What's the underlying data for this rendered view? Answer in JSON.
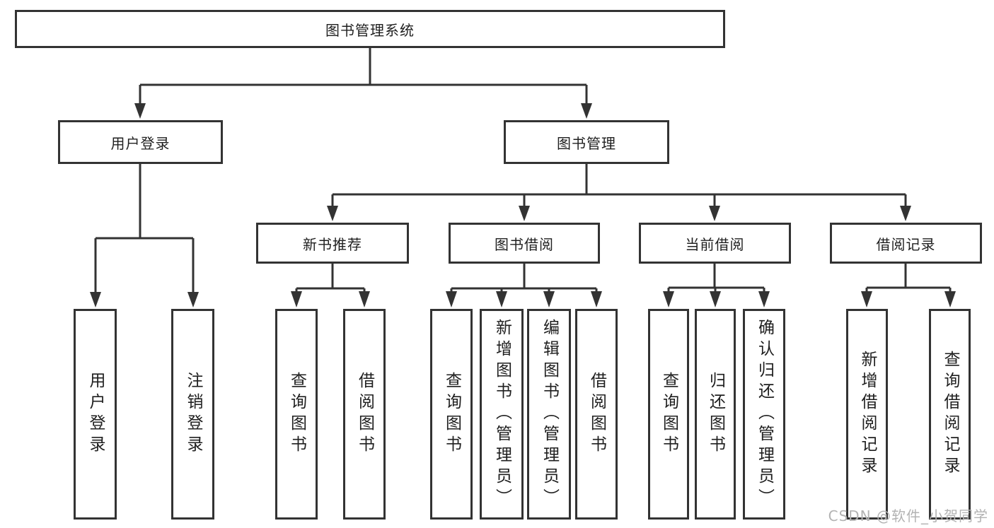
{
  "diagram": {
    "root": {
      "label": "图书管理系统"
    },
    "branches": [
      {
        "label": "用户登录",
        "children": [
          {
            "label": "用户登录"
          },
          {
            "label": "注销登录"
          }
        ]
      },
      {
        "label": "图书管理",
        "children": [
          {
            "label": "新书推荐",
            "children": [
              {
                "label": "查询图书"
              },
              {
                "label": "借阅图书"
              }
            ]
          },
          {
            "label": "图书借阅",
            "children": [
              {
                "label": "查询图书"
              },
              {
                "label": "新增图书（管理员）"
              },
              {
                "label": "编辑图书（管理员）"
              },
              {
                "label": "借阅图书"
              }
            ]
          },
          {
            "label": "当前借阅",
            "children": [
              {
                "label": "查询图书"
              },
              {
                "label": "归还图书"
              },
              {
                "label": "确认归还（管理员）"
              }
            ]
          },
          {
            "label": "借阅记录",
            "children": [
              {
                "label": "新增借阅记录"
              },
              {
                "label": "查询借阅记录"
              }
            ]
          }
        ]
      }
    ]
  },
  "watermark": {
    "text": "CSDN @软件_小贺同学"
  },
  "style": {
    "line_color": "#333333",
    "background": "#ffffff",
    "text_color": "#1f1f1f",
    "watermark_color": "#b3b3b3"
  }
}
